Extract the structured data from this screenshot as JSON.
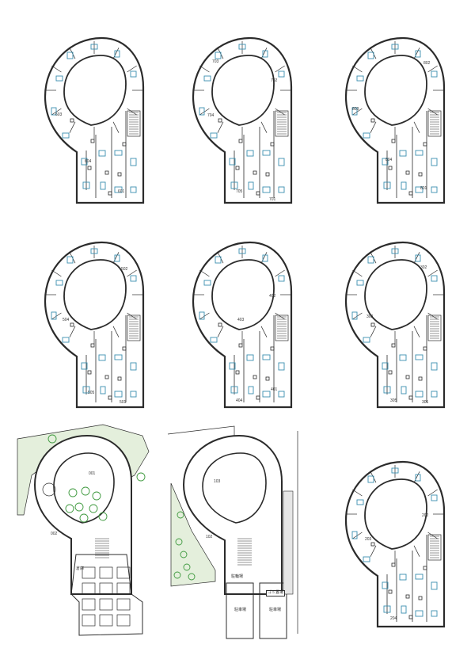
{
  "plans": [
    {
      "id": "p8a",
      "labels": [
        "603",
        "604",
        "601"
      ]
    },
    {
      "id": "p7",
      "labels": [
        "703",
        "702",
        "704",
        "705",
        "701"
      ]
    },
    {
      "id": "p8b",
      "labels": [
        "802",
        "803",
        "804",
        "801"
      ]
    },
    {
      "id": "p5",
      "labels": [
        "502",
        "504",
        "505",
        "501"
      ]
    },
    {
      "id": "p4",
      "labels": [
        "402",
        "403",
        "404",
        "401"
      ]
    },
    {
      "id": "p3",
      "labels": [
        "302",
        "303",
        "305",
        "301"
      ]
    },
    {
      "id": "pg",
      "labels": [
        "001",
        "002",
        "倉庫"
      ]
    },
    {
      "id": "p1",
      "labels": [
        "103",
        "102",
        "駐輪場",
        "ゴミ置場",
        "駐車場",
        "駐車場"
      ]
    },
    {
      "id": "p2",
      "labels": [
        "202",
        "203",
        "204"
      ]
    }
  ],
  "colors": {
    "wall": "#2b2b2b",
    "furniture": "#3a8fb0",
    "garden": "#e4efdc",
    "tree": "#3f9a3f"
  }
}
